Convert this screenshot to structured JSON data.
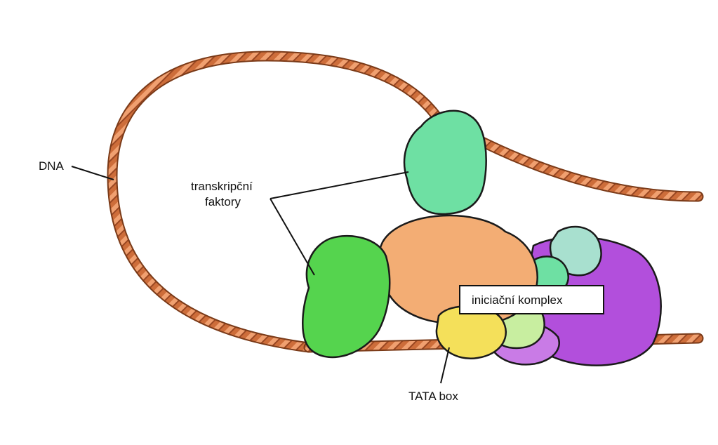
{
  "labels": {
    "dna": "DNA",
    "transcription_factors_line1": "transkripční",
    "transcription_factors_line2": "faktory",
    "initiation_complex": "iniciační komplex",
    "tata_box": "TATA box"
  },
  "colors": {
    "dna_rope": "#cd6d3a",
    "dna_rope_highlight": "#f0a070",
    "dna_rope_dark": "#9a4722",
    "tata_region": "#e0202a",
    "factor_top": "#6ee0a3",
    "factor_left": "#55d44e",
    "complex_orange": "#f3ad74",
    "complex_yellow": "#f4e05a",
    "complex_lightgreen": "#c8eea0",
    "complex_teal": "#a8e0cf",
    "complex_purple": "#b24fdc",
    "complex_violet": "#c97be6"
  }
}
